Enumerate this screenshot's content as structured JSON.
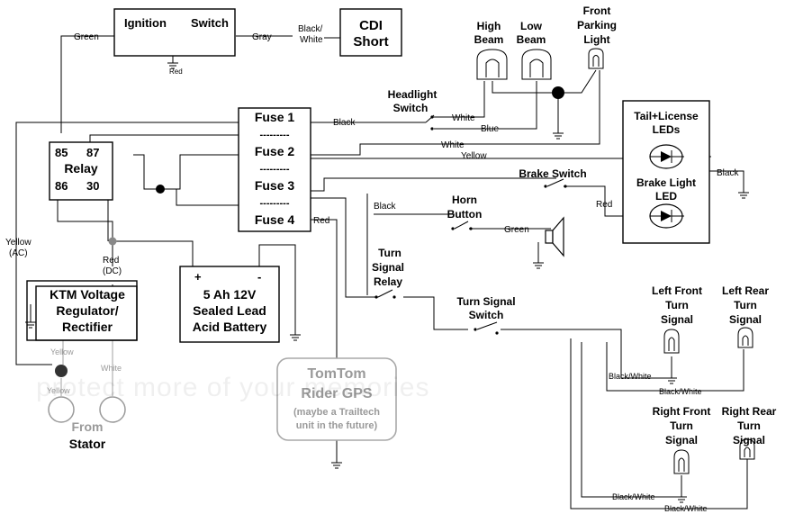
{
  "ignition": {
    "left": "Ignition",
    "right": "Switch"
  },
  "cdi": {
    "line1": "CDI",
    "line2": "Short"
  },
  "relay": {
    "p85": "85",
    "p87": "87",
    "name": "Relay",
    "p86": "86",
    "p30": "30"
  },
  "fuses": {
    "f1": "Fuse 1",
    "f2": "Fuse 2",
    "f3": "Fuse 3",
    "f4": "Fuse 4",
    "sep": "---------"
  },
  "regulator": {
    "line1": "KTM Voltage",
    "line2": "Regulator/",
    "line3": "Rectifier"
  },
  "battery": {
    "plus": "+",
    "minus": "-",
    "line1": "5 Ah 12V",
    "line2": "Sealed Lead",
    "line3": "Acid Battery"
  },
  "gps": {
    "line1": "TomTom",
    "line2": "Rider  GPS",
    "line3": "(maybe  a  Trailtech",
    "line4": "unit in the future)"
  },
  "stator": {
    "line1": "From",
    "line2": "Stator"
  },
  "lights": {
    "high_beam": [
      "High",
      "Beam"
    ],
    "low_beam": [
      "Low",
      "Beam"
    ],
    "front_parking": [
      "Front",
      "Parking",
      "Light"
    ],
    "headlight_switch": [
      "Headlight",
      "Switch"
    ],
    "tail_license": [
      "Tail+License",
      "LEDs"
    ],
    "brake_light": [
      "Brake Light",
      "LED"
    ],
    "brake_switch": "Brake Switch",
    "horn_button": [
      "Horn",
      "Button"
    ],
    "turn_relay": [
      "Turn",
      "Signal",
      "Relay"
    ],
    "turn_switch": [
      "Turn   Signal",
      "Switch"
    ],
    "left_front": [
      "Left Front",
      "Turn",
      "Signal"
    ],
    "left_rear": [
      "Left Rear",
      "Turn",
      "Signal"
    ],
    "right_front": [
      "Right  Front",
      "Turn",
      "Signal"
    ],
    "right_rear": [
      "Right Rear",
      "Turn",
      "Signal"
    ]
  },
  "wires": {
    "green": "Green",
    "gray": "Gray",
    "black_white": [
      "Black/",
      "White"
    ],
    "red": "Red",
    "black": "Black",
    "white": "White",
    "blue": "Blue",
    "yellow": "Yellow",
    "yellow_ac": [
      "Yellow",
      "(AC)"
    ],
    "red_dc": [
      "Red",
      "(DC)"
    ],
    "bw": "Black/White"
  },
  "watermark": "protect more of your memories"
}
